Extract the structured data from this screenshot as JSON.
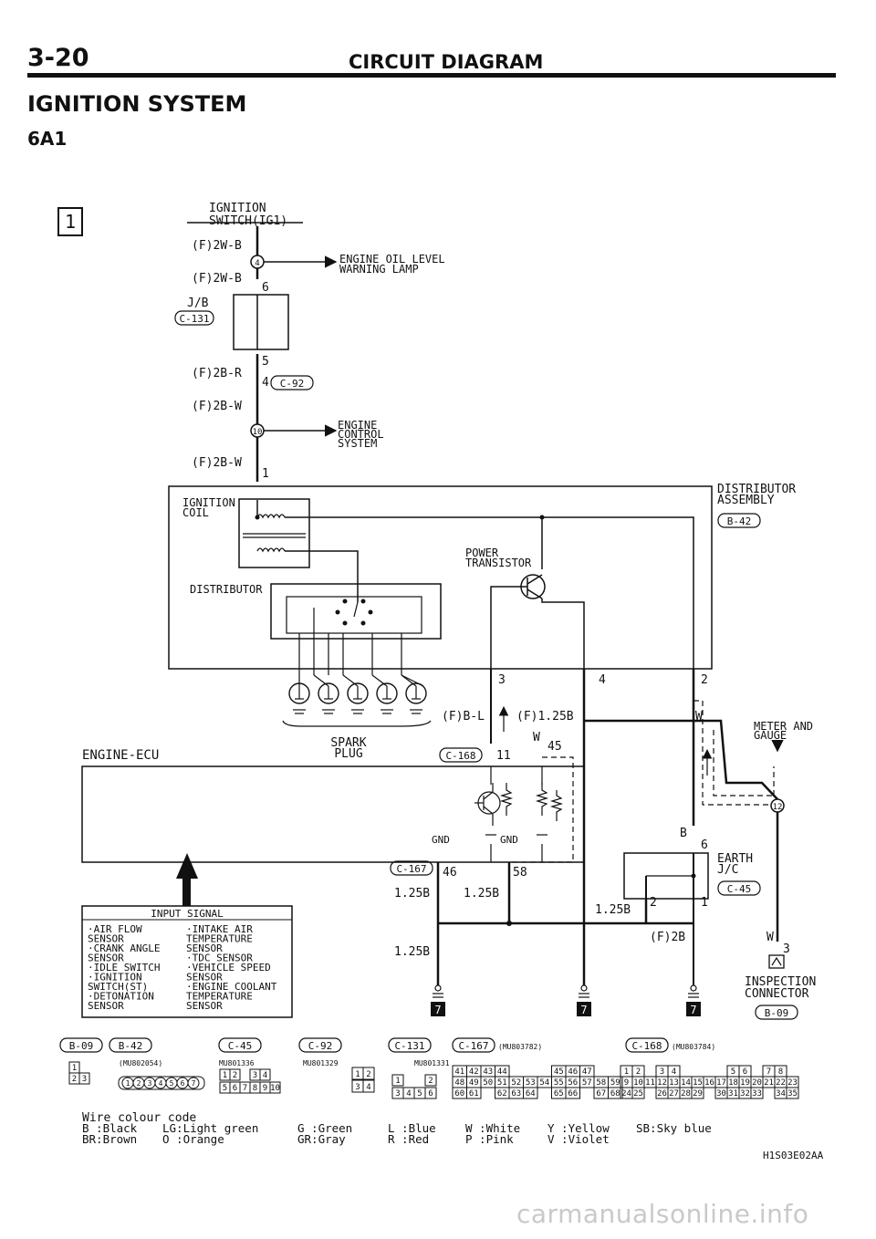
{
  "header": {
    "page_number": "3-20",
    "section_title": "CIRCUIT DIAGRAM",
    "system_title": "IGNITION SYSTEM",
    "model": "6A1"
  },
  "diagram": {
    "sheet_marker": "1",
    "sheet_ref": "7",
    "components": {
      "ignition_switch": "IGNITION\nSWITCH(IG1)",
      "junction_block": "J/B",
      "junction_block_connector": "C-131",
      "ignition_coil": "IGNITION\nCOIL",
      "distributor": "DISTRIBUTOR",
      "distributor_assembly": "DISTRIBUTOR\nASSEMBLY",
      "distributor_assembly_connector": "B-42",
      "power_transistor": "POWER\nTRANSISTOR",
      "spark_plug": "SPARK\nPLUG",
      "engine_ecu": "ENGINE-ECU",
      "meter_and_gauge": "METER AND\nGAUGE",
      "earth_jc": "EARTH\nJ/C",
      "earth_jc_connector": "C-45",
      "inspection_connector": "INSPECTION\nCONNECTOR",
      "inspection_connector_ref": "B-09",
      "gnd": "GND"
    },
    "destinations": {
      "engine_oil_level": "ENGINE OIL LEVEL\nWARNING LAMP",
      "engine_control": "ENGINE\nCONTROL\nSYSTEM"
    },
    "wires": {
      "w1": "(F)2W-B",
      "w2": "(F)2W-B",
      "w3": "(F)2B-R",
      "w4": "(F)2B-W",
      "w5": "(F)2B-W",
      "w6": "(F)B-L",
      "w7": "(F)1.25B",
      "w8": "W",
      "w9": "W",
      "w10": "B",
      "w11": "1.25B",
      "w12": "1.25B",
      "w13": "1.25B",
      "w14": "1.25B",
      "w15": "(F)2B",
      "w16": "W"
    },
    "pins": {
      "p4": "4",
      "p6": "6",
      "p5": "5",
      "p4b": "4",
      "p10": "10",
      "p1": "1",
      "p3": "3",
      "p4c": "4",
      "p2": "2",
      "p11": "11",
      "p45": "45",
      "p46": "46",
      "p58": "58",
      "p12": "12",
      "p6b": "6",
      "p2b": "2",
      "p1b": "1",
      "p3b": "3"
    },
    "connector_tags": {
      "c92": "C-92",
      "c168": "C-168",
      "c167": "C-167"
    },
    "input_signal": {
      "title": "INPUT SIGNAL",
      "left": [
        "·AIR FLOW",
        "  SENSOR",
        "·CRANK ANGLE",
        "  SENSOR",
        "·IDLE SWITCH",
        "·IGNITION",
        "  SWITCH(ST)",
        "·DETONATION",
        "  SENSOR"
      ],
      "right": [
        "·INTAKE AIR",
        "  TEMPERATURE",
        "  SENSOR",
        "·TDC SENSOR",
        "·VEHICLE SPEED",
        "  SENSOR",
        "·ENGINE COOLANT",
        "  TEMPERATURE",
        "  SENSOR"
      ]
    }
  },
  "connectors": [
    {
      "tag": "B-09",
      "part": "",
      "pins": [
        "1",
        "2",
        "3"
      ]
    },
    {
      "tag": "B-42",
      "part": "(MU802054)",
      "pins": [
        "1",
        "2",
        "3",
        "4",
        "5",
        "6",
        "7"
      ]
    },
    {
      "tag": "C-45",
      "part": "MU801336",
      "pins": [
        "1",
        "2",
        "3",
        "4",
        "5",
        "6",
        "7",
        "8",
        "9",
        "10"
      ]
    },
    {
      "tag": "C-92",
      "part": "MU801329",
      "pins": [
        "1",
        "2",
        "3",
        "4"
      ]
    },
    {
      "tag": "C-131",
      "part": "MU801331",
      "pins": [
        "1",
        "2",
        "3",
        "4",
        "5",
        "6"
      ]
    },
    {
      "tag": "C-167",
      "part": "(MU803782)",
      "row1": [
        "41",
        "42",
        "43",
        "44",
        "",
        "",
        "",
        "45",
        "46",
        "47"
      ],
      "row2": [
        "48",
        "49",
        "50",
        "51",
        "52",
        "53",
        "54",
        "55",
        "56",
        "57",
        "58",
        "59"
      ],
      "row3": [
        "60",
        "61",
        "",
        "62",
        "63",
        "64",
        "",
        "65",
        "66",
        "",
        "67",
        "68"
      ]
    },
    {
      "tag": "C-168",
      "part": "(MU803784)",
      "row1": [
        "1",
        "2",
        "",
        "3",
        "4",
        "",
        "",
        "",
        "",
        "5",
        "6",
        "",
        "7",
        "8"
      ],
      "row2": [
        "9",
        "10",
        "11",
        "12",
        "13",
        "14",
        "15",
        "16",
        "17",
        "18",
        "19",
        "20",
        "21",
        "22",
        "23"
      ],
      "row3": [
        "24",
        "25",
        "",
        "26",
        "27",
        "28",
        "29",
        "",
        "30",
        "31",
        "32",
        "33",
        "",
        "34",
        "35"
      ]
    }
  ],
  "wire_colour": {
    "title": "Wire colour code",
    "codes": [
      "B :Black",
      "BR:Brown",
      "LG:Light green",
      "O :Orange",
      "G :Green",
      "GR:Gray",
      "L :Blue",
      "R :Red",
      "W :White",
      "P :Pink",
      "Y :Yellow",
      "V :Violet",
      "SB:Sky blue"
    ]
  },
  "footer": {
    "ref_code": "H1S03E02AA",
    "watermark": "carmanualsonline.info"
  }
}
